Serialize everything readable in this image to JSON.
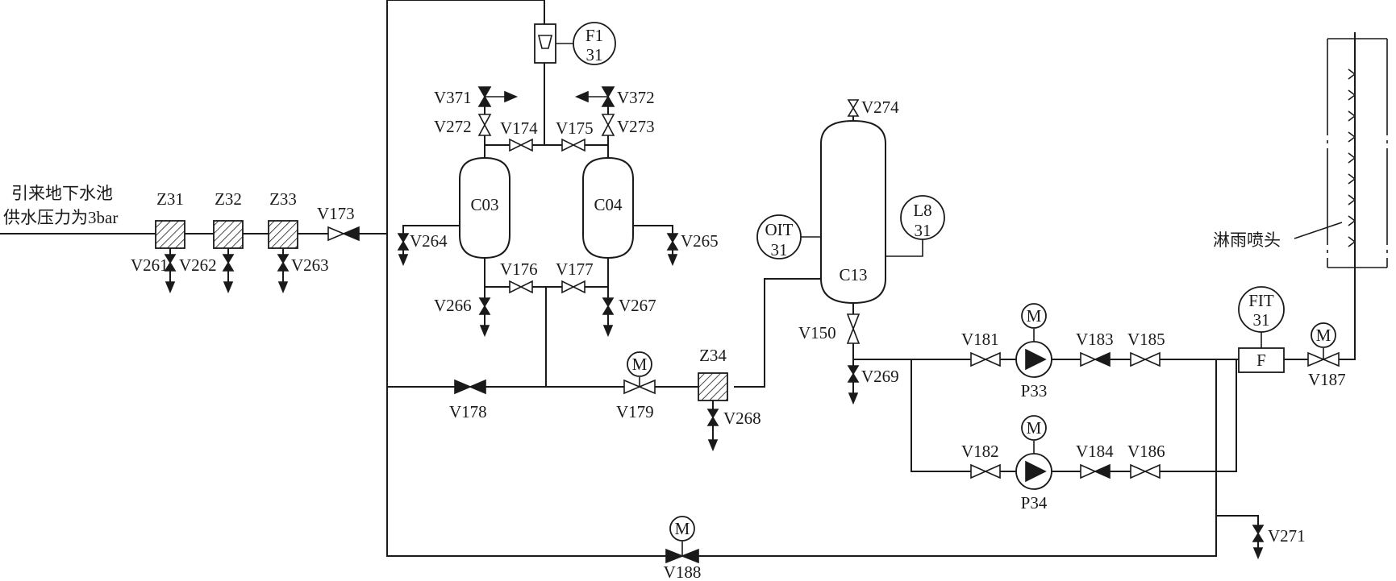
{
  "source_note": [
    "引来地下水池",
    "供水压力为3bar"
  ],
  "sprinkler_label": "淋雨喷头",
  "filters": {
    "Z31": "Z31",
    "Z32": "Z32",
    "Z33": "Z33",
    "Z34": "Z34"
  },
  "vessels": {
    "C03": "C03",
    "C04": "C04",
    "C13": "C13"
  },
  "pumps": {
    "P33": "P33",
    "P34": "P34"
  },
  "instruments": {
    "F1": {
      "tag": "F1",
      "loop": "31"
    },
    "OIT": {
      "tag": "OIT",
      "loop": "31"
    },
    "L8": {
      "tag": "L8",
      "loop": "31"
    },
    "FIT": {
      "tag": "FIT",
      "loop": "31"
    }
  },
  "flow_element": "F",
  "motor": "M",
  "valves": {
    "V150": "V150",
    "V173": "V173",
    "V174": "V174",
    "V175": "V175",
    "V176": "V176",
    "V177": "V177",
    "V178": "V178",
    "V179": "V179",
    "V181": "V181",
    "V182": "V182",
    "V183": "V183",
    "V184": "V184",
    "V185": "V185",
    "V186": "V186",
    "V187": "V187",
    "V188": "V188",
    "V261": "V261",
    "V262": "V262",
    "V263": "V263",
    "V264": "V264",
    "V265": "V265",
    "V266": "V266",
    "V267": "V267",
    "V268": "V268",
    "V269": "V269",
    "V271": "V271",
    "V272": "V272",
    "V273": "V273",
    "V274": "V274",
    "V371": "V371",
    "V372": "V372"
  }
}
